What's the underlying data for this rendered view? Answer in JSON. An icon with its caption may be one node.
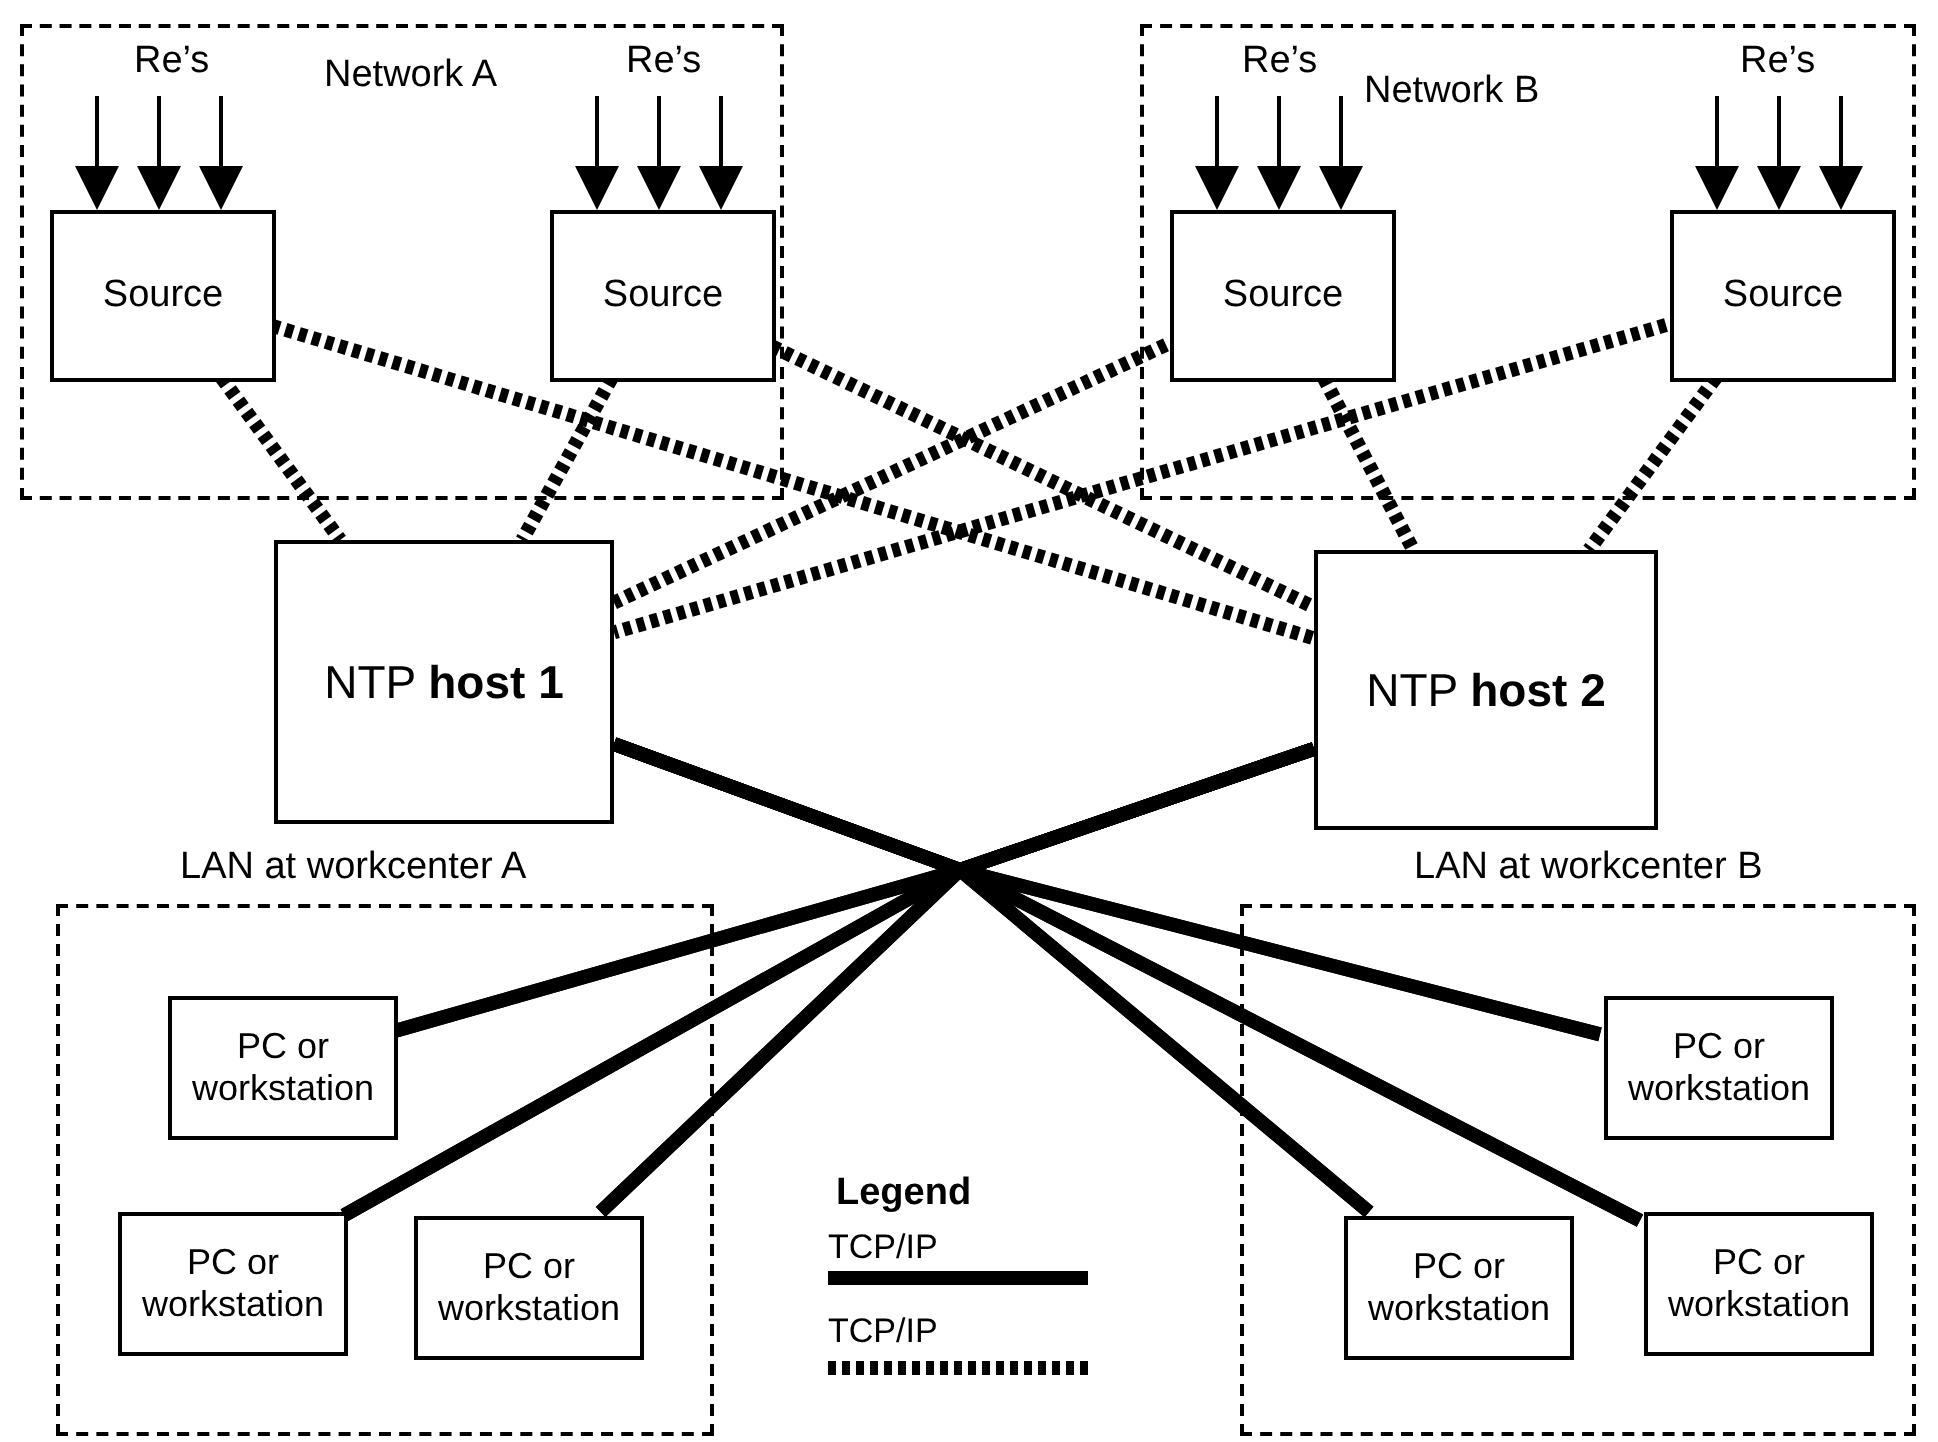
{
  "diagram": {
    "nodes": [
      {
        "text": [
          "Network A"
        ]
      },
      {
        "text": [
          "Source"
        ],
        "in": 0
      },
      {
        "text": [
          "Source"
        ],
        "in": 0
      },
      {
        "text": [
          "Network B"
        ]
      },
      {
        "text": [
          "Source"
        ],
        "in": 3
      },
      {
        "text": [
          "Source"
        ],
        "in": 3
      },
      {
        "text": [
          "NTP **host 1**"
        ]
      },
      {
        "text": [
          "NTP **host 2**"
        ]
      },
      {
        "text": [
          "LAN at workcenter A"
        ]
      },
      {
        "text": [
          "PC or workstation"
        ],
        "in": 8
      },
      {
        "text": [
          "PC or workstation"
        ],
        "in": 8
      },
      {
        "text": [
          "PC or workstation"
        ],
        "in": 8
      },
      {
        "text": [
          "LAN at workcenter B"
        ]
      },
      {
        "text": [
          "PC or workstation"
        ],
        "in": 12
      },
      {
        "text": [
          "PC or workstation"
        ],
        "in": 12
      },
      {
        "text": [
          "PC or workstation"
        ],
        "in": 12
      }
    ],
    "edges": [
      {
        "from": null,
        "to": 1,
        "arrow": "to"
      },
      {
        "from": null,
        "to": 1,
        "arrow": "to"
      },
      {
        "from": null,
        "to": 1,
        "arrow": "to"
      },
      {
        "from": null,
        "to": 2,
        "arrow": "to"
      },
      {
        "from": null,
        "to": 2,
        "arrow": "to"
      },
      {
        "from": null,
        "to": 2,
        "arrow": "to"
      },
      {
        "from": null,
        "to": 4,
        "arrow": "to"
      },
      {
        "from": null,
        "to": 4,
        "arrow": "to"
      },
      {
        "from": null,
        "to": 4,
        "arrow": "to"
      },
      {
        "from": null,
        "to": 5,
        "arrow": "to"
      },
      {
        "from": null,
        "to": 5,
        "arrow": "to"
      },
      {
        "from": null,
        "to": 5,
        "arrow": "to"
      },
      {
        "from": 1,
        "to": 6,
        "arrow": "none",
        "style": "dashed"
      },
      {
        "from": 1,
        "to": 7,
        "arrow": "none",
        "style": "dashed"
      },
      {
        "from": 2,
        "to": 6,
        "arrow": "none",
        "style": "dashed"
      },
      {
        "from": 2,
        "to": 7,
        "arrow": "none",
        "style": "dashed"
      },
      {
        "from": 4,
        "to": 6,
        "arrow": "none",
        "style": "dashed"
      },
      {
        "from": 4,
        "to": 7,
        "arrow": "none",
        "style": "dashed"
      },
      {
        "from": 5,
        "to": 6,
        "arrow": "none",
        "style": "dashed"
      },
      {
        "from": 5,
        "to": 7,
        "arrow": "none",
        "style": "dashed"
      },
      {
        "from": 6,
        "to": 9,
        "arrow": "none"
      },
      {
        "from": 6,
        "to": 10,
        "arrow": "none"
      },
      {
        "from": 6,
        "to": 11,
        "arrow": "none"
      },
      {
        "from": 6,
        "to": 13,
        "arrow": "none"
      },
      {
        "from": 6,
        "to": 14,
        "arrow": "none"
      },
      {
        "from": 6,
        "to": 15,
        "arrow": "none"
      },
      {
        "from": 7,
        "to": 9,
        "arrow": "none"
      },
      {
        "from": 7,
        "to": 10,
        "arrow": "none"
      },
      {
        "from": 7,
        "to": 11,
        "arrow": "none"
      },
      {
        "from": 7,
        "to": 13,
        "arrow": "none"
      },
      {
        "from": 7,
        "to": 14,
        "arrow": "none"
      },
      {
        "from": 7,
        "to": 15,
        "arrow": "none"
      }
    ],
    "labels": [
      "Re’s",
      "Re’s",
      "Re’s",
      "Re’s",
      "Legend"
    ],
    "legend": [
      {
        "text": "TCP/IP"
      },
      {
        "text": "TCP/IP"
      }
    ]
  }
}
